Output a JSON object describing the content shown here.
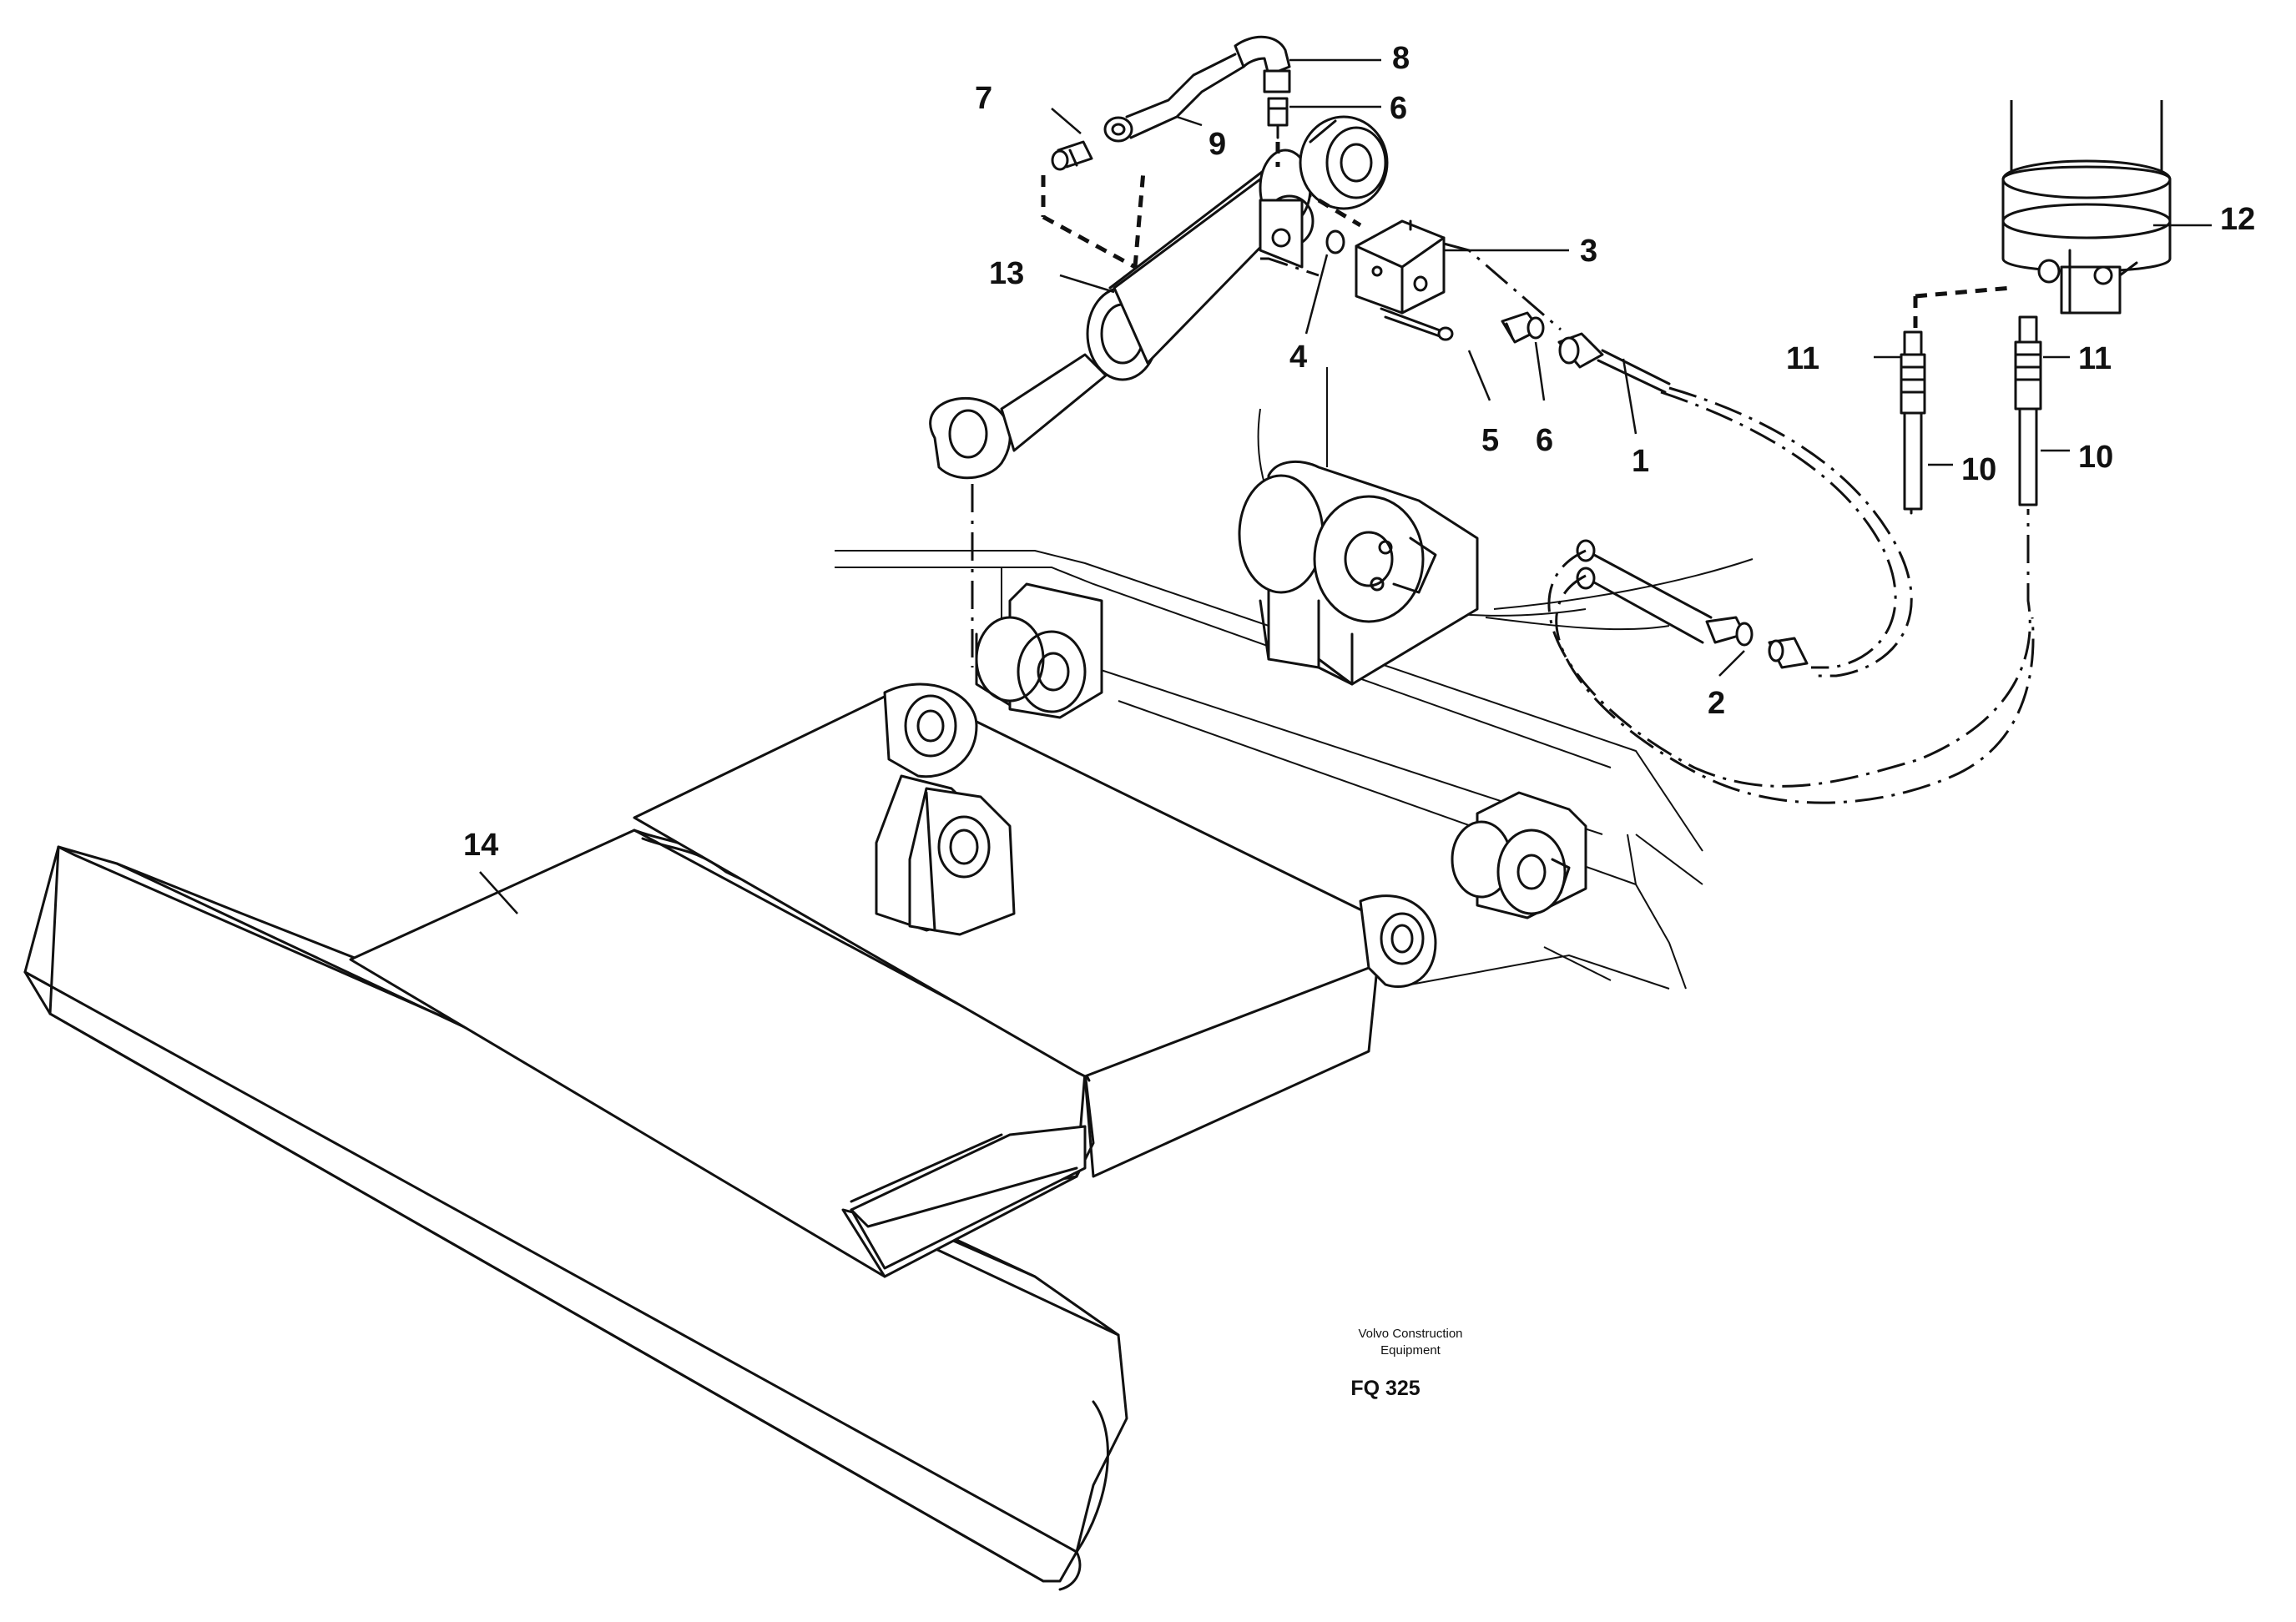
{
  "figure": {
    "credit_line1": "Volvo Construction",
    "credit_line2": "Equipment",
    "figure_code": "FQ 325"
  },
  "callouts": [
    {
      "key": "p1",
      "label": "1"
    },
    {
      "key": "p2",
      "label": "2"
    },
    {
      "key": "p3",
      "label": "3"
    },
    {
      "key": "p4",
      "label": "4"
    },
    {
      "key": "p5",
      "label": "5"
    },
    {
      "key": "p6a",
      "label": "6"
    },
    {
      "key": "p6b",
      "label": "6"
    },
    {
      "key": "p7",
      "label": "7"
    },
    {
      "key": "p8",
      "label": "8"
    },
    {
      "key": "p9",
      "label": "9"
    },
    {
      "key": "p10a",
      "label": "10"
    },
    {
      "key": "p10b",
      "label": "10"
    },
    {
      "key": "p11a",
      "label": "11"
    },
    {
      "key": "p11b",
      "label": "11"
    },
    {
      "key": "p12",
      "label": "12"
    },
    {
      "key": "p13",
      "label": "13"
    },
    {
      "key": "p14",
      "label": "14"
    }
  ]
}
